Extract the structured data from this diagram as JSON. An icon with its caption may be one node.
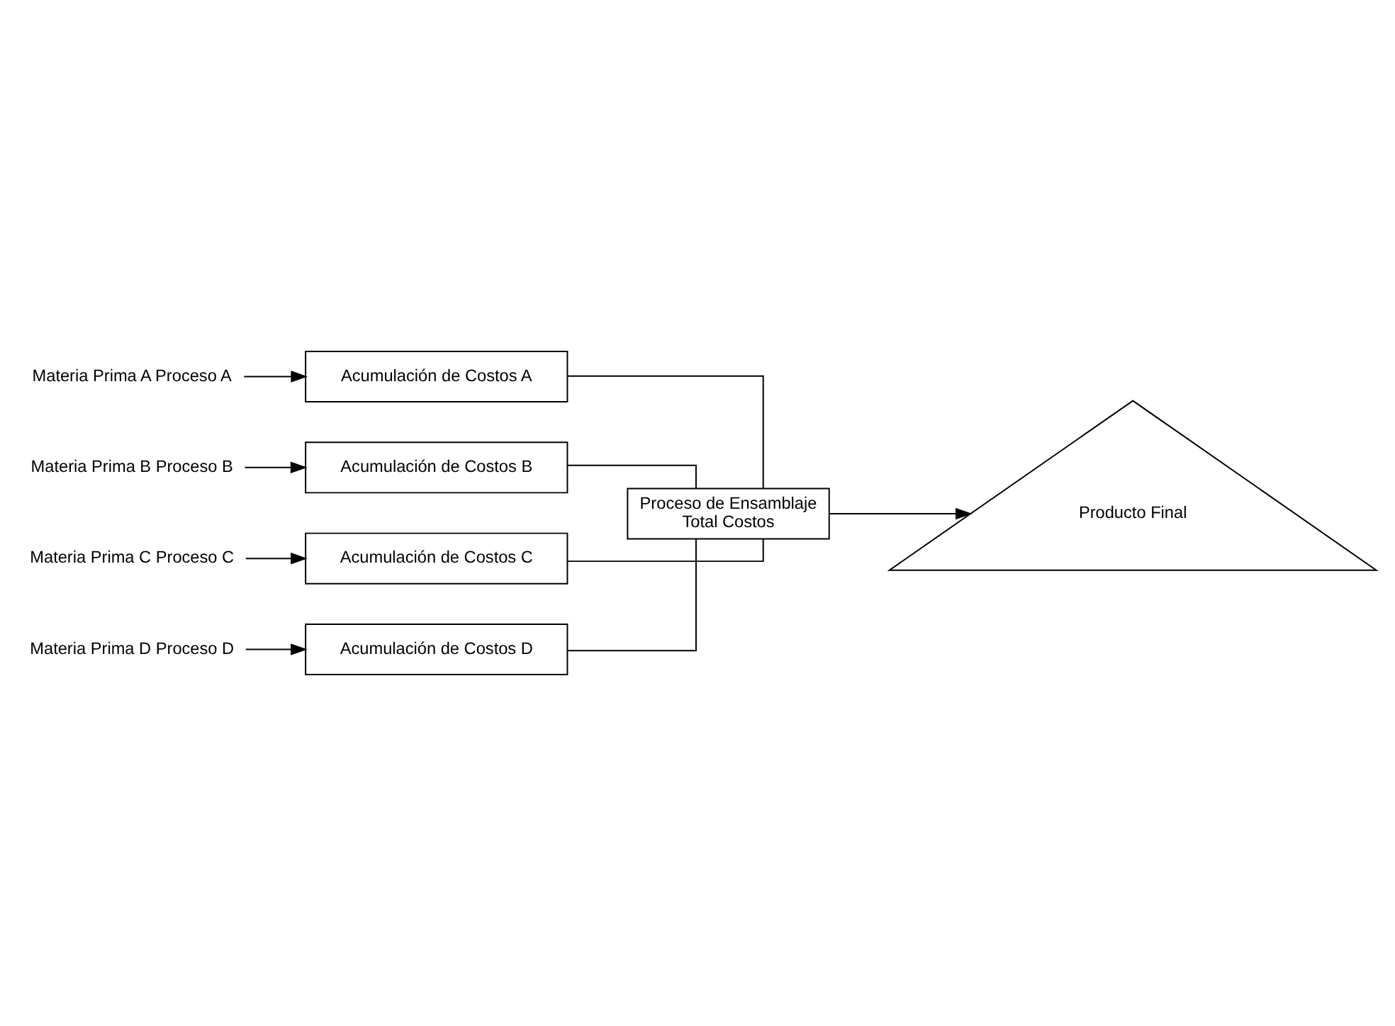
{
  "diagram": {
    "nodes": [
      {
        "text": [
          "Materia Prima A Proceso A"
        ]
      },
      {
        "text": [
          "Acumulación de Costos A"
        ]
      },
      {
        "text": [
          "Materia Prima B Proceso B"
        ]
      },
      {
        "text": [
          "Acumulación de Costos B"
        ]
      },
      {
        "text": [
          "Materia Prima C Proceso C"
        ]
      },
      {
        "text": [
          "Acumulación de Costos C"
        ]
      },
      {
        "text": [
          "Materia Prima D Proceso D"
        ]
      },
      {
        "text": [
          "Acumulación de Costos D"
        ]
      },
      {
        "text": [
          "Proceso de Ensamblaje",
          "Total Costos"
        ]
      },
      {
        "text": [
          "Producto Final"
        ]
      }
    ],
    "edges": [
      {
        "from": 0,
        "to": 1,
        "arrow": "to"
      },
      {
        "from": 2,
        "to": 3,
        "arrow": "to"
      },
      {
        "from": 4,
        "to": 5,
        "arrow": "to"
      },
      {
        "from": 6,
        "to": 7,
        "arrow": "to"
      },
      {
        "from": 1,
        "to": 8,
        "arrow": "none"
      },
      {
        "from": 3,
        "to": 8,
        "arrow": "none"
      },
      {
        "from": 5,
        "to": 8,
        "arrow": "none"
      },
      {
        "from": 7,
        "to": 8,
        "arrow": "none"
      },
      {
        "from": 8,
        "to": 9,
        "arrow": "to"
      }
    ]
  }
}
